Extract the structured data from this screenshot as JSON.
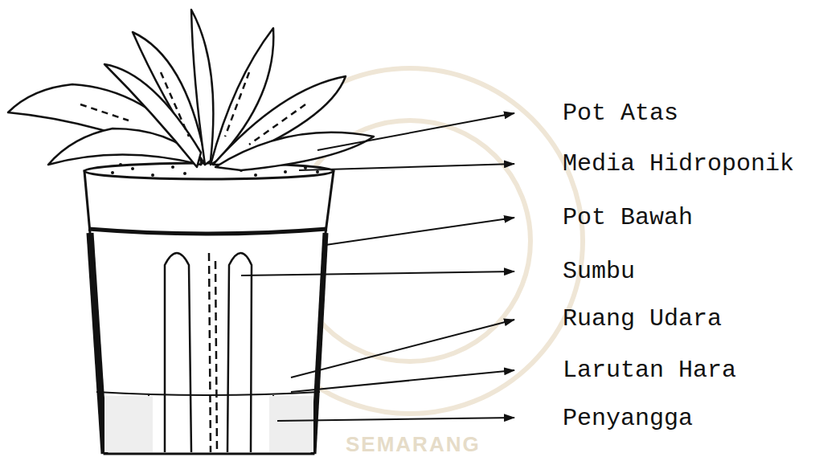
{
  "diagram": {
    "labels": [
      "Pot Atas",
      "Media Hidroponik",
      "Pot Bawah",
      "Sumbu",
      "Ruang Udara",
      "Larutan Hara",
      "Penyangga",
      "SEMARANG"
    ]
  }
}
